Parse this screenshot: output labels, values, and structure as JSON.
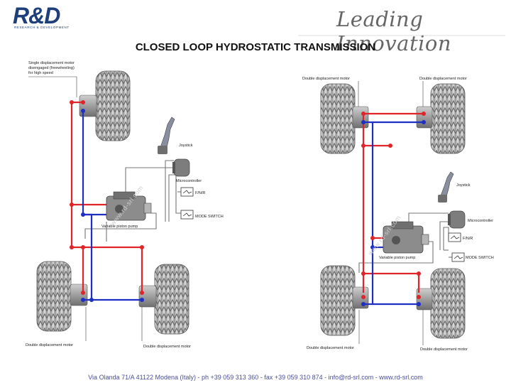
{
  "header": {
    "logo_text": "R&D",
    "logo_sub": "RESEARCH & DEVELOPMENT",
    "tagline": "Leading Innovation"
  },
  "title": "CLOSED LOOP HYDROSTATIC TRANSMISSION",
  "left_diagram": {
    "front_motor_label": [
      "Single displacement motor",
      "disengaged (freewheeling)",
      "for high speed"
    ],
    "joystick": "Joystick",
    "microcontroller": "Microcontroller",
    "fnr": "F/N/R",
    "mode_switch": "MODE SWITCH",
    "pump": "Variable piston pump",
    "rear_left_motor": "Double displacement motor",
    "rear_right_motor": "Double displacement motor",
    "watermark": "www.rd-srl.com"
  },
  "right_diagram": {
    "front_left_motor": "Double displacement motor",
    "front_right_motor": "Double displacement motor",
    "joystick": "Joystick",
    "microcontroller": "Microcontroller",
    "fnr": "F/N/R",
    "mode_switch": "MODE SWITCH",
    "pump": "Variable piston pump",
    "rear_left_motor": "Double displacement motor",
    "rear_right_motor": "Double displacement motor",
    "watermark": "www.rd-srl.com"
  },
  "colors": {
    "pressure_line": "#e0252a",
    "return_line": "#1f2fc4",
    "control_line": "#777777"
  },
  "footer": "Via Olanda 71/A 41122 Modena (Italy) - ph  +39 059 313 360 - fax +39 059 310 874 - info@rd-srl.com - www.rd-srl.com"
}
